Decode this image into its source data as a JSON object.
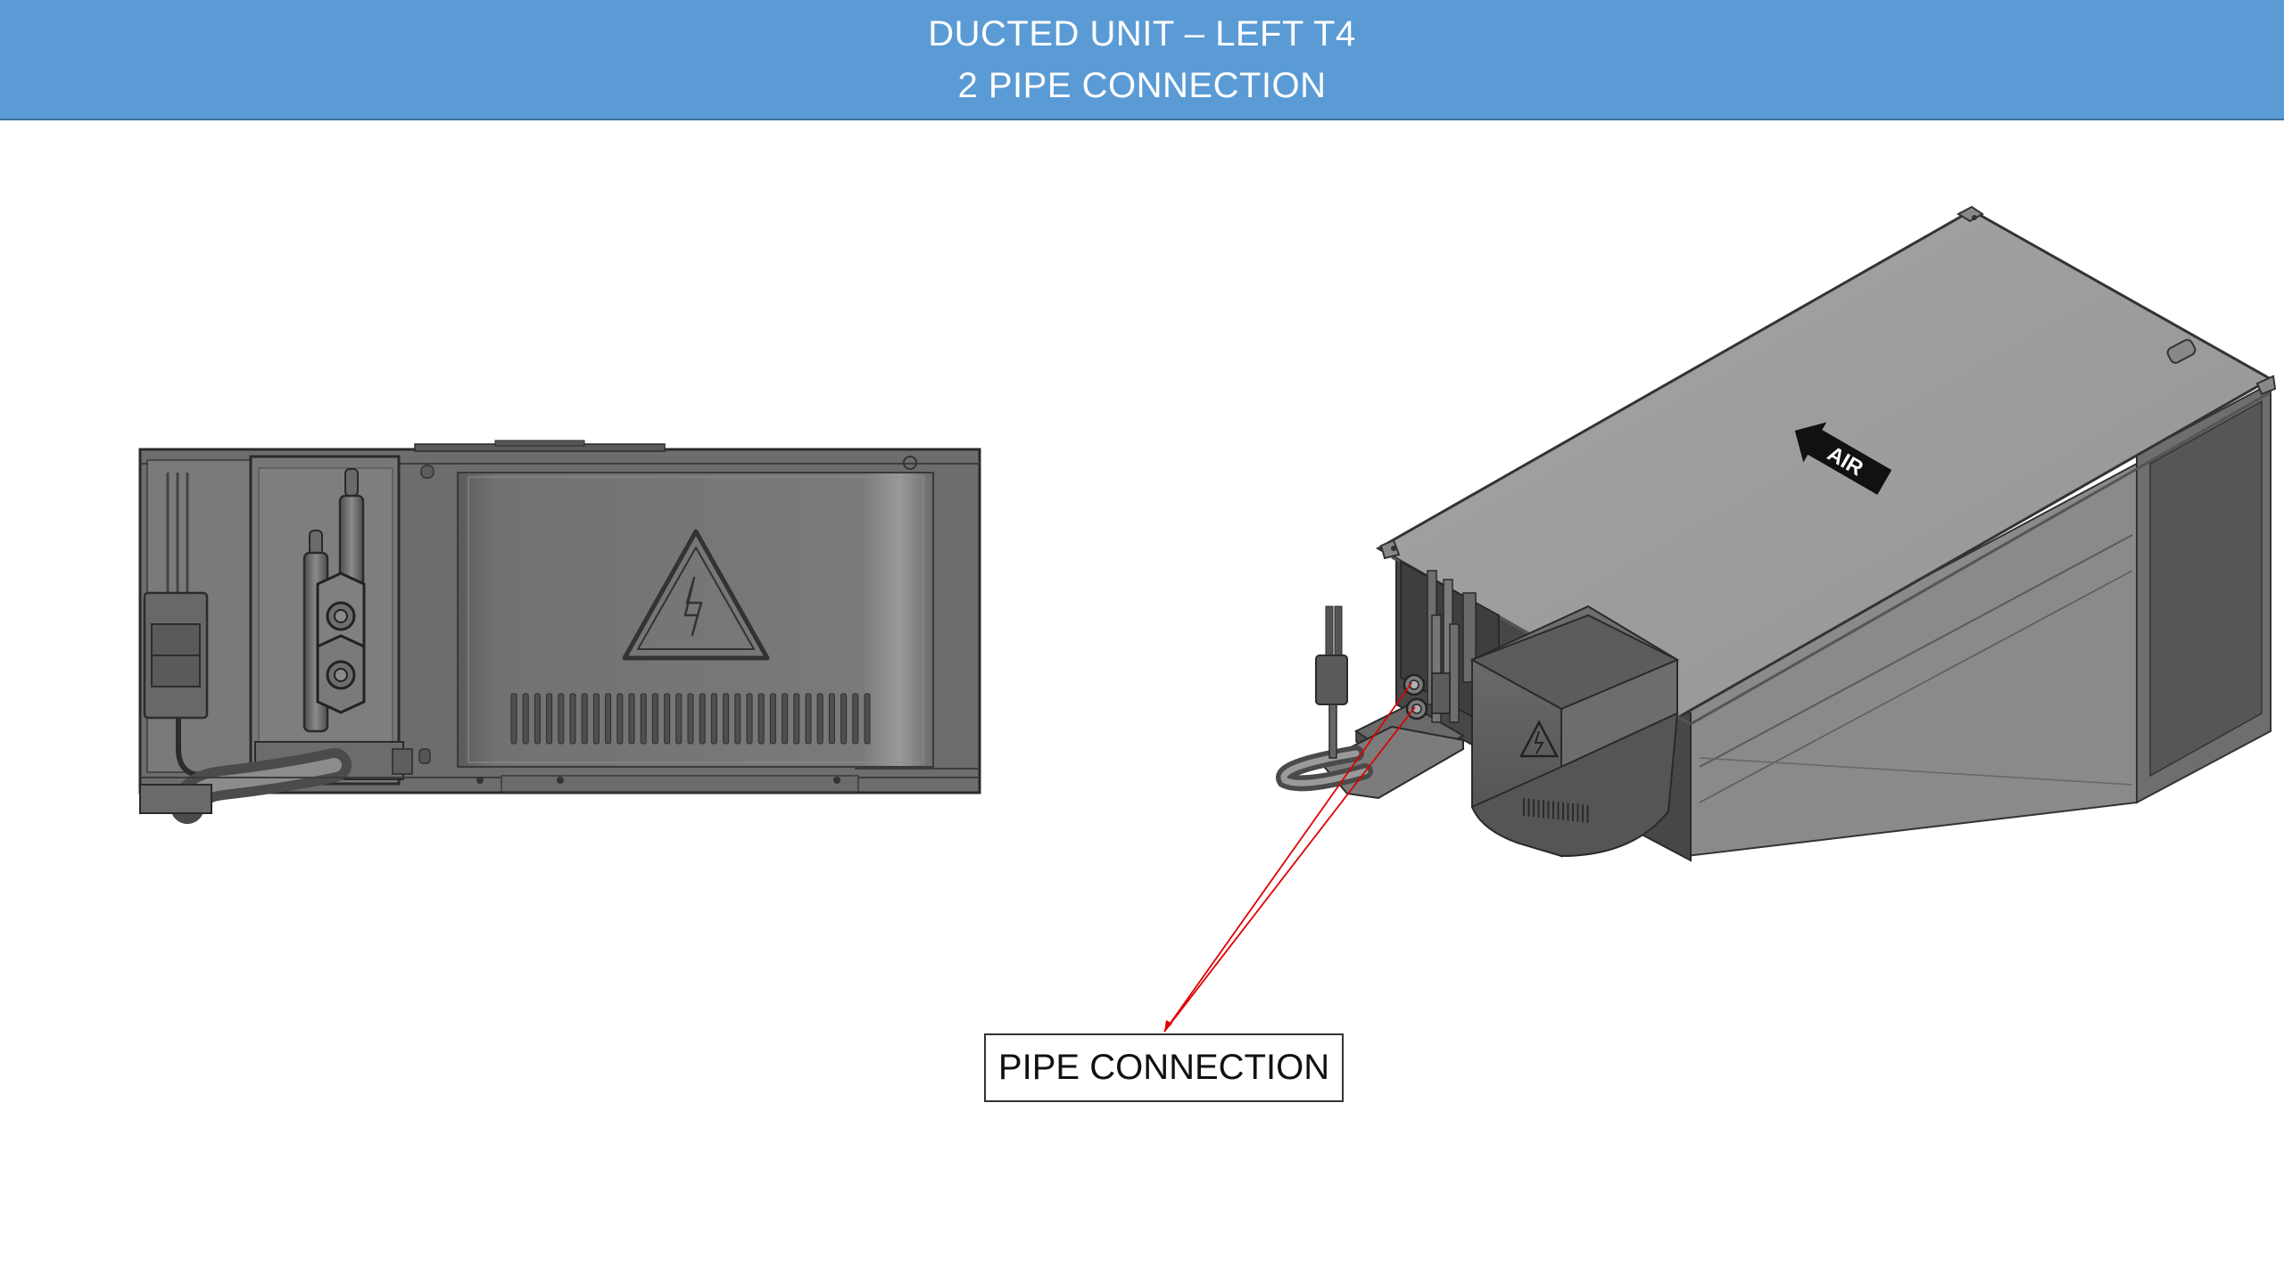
{
  "header": {
    "title_line1": "DUCTED UNIT – LEFT T4",
    "title_line2": "2 PIPE CONNECTION",
    "background_color": "#5b9bd5"
  },
  "front_view": {
    "warning_icon": "electrical-hazard-icon"
  },
  "iso_view": {
    "air_label": "AIR",
    "warning_icon": "electrical-hazard-icon"
  },
  "callout": {
    "label": "PIPE CONNECTION",
    "leader_color": "#e00000"
  }
}
